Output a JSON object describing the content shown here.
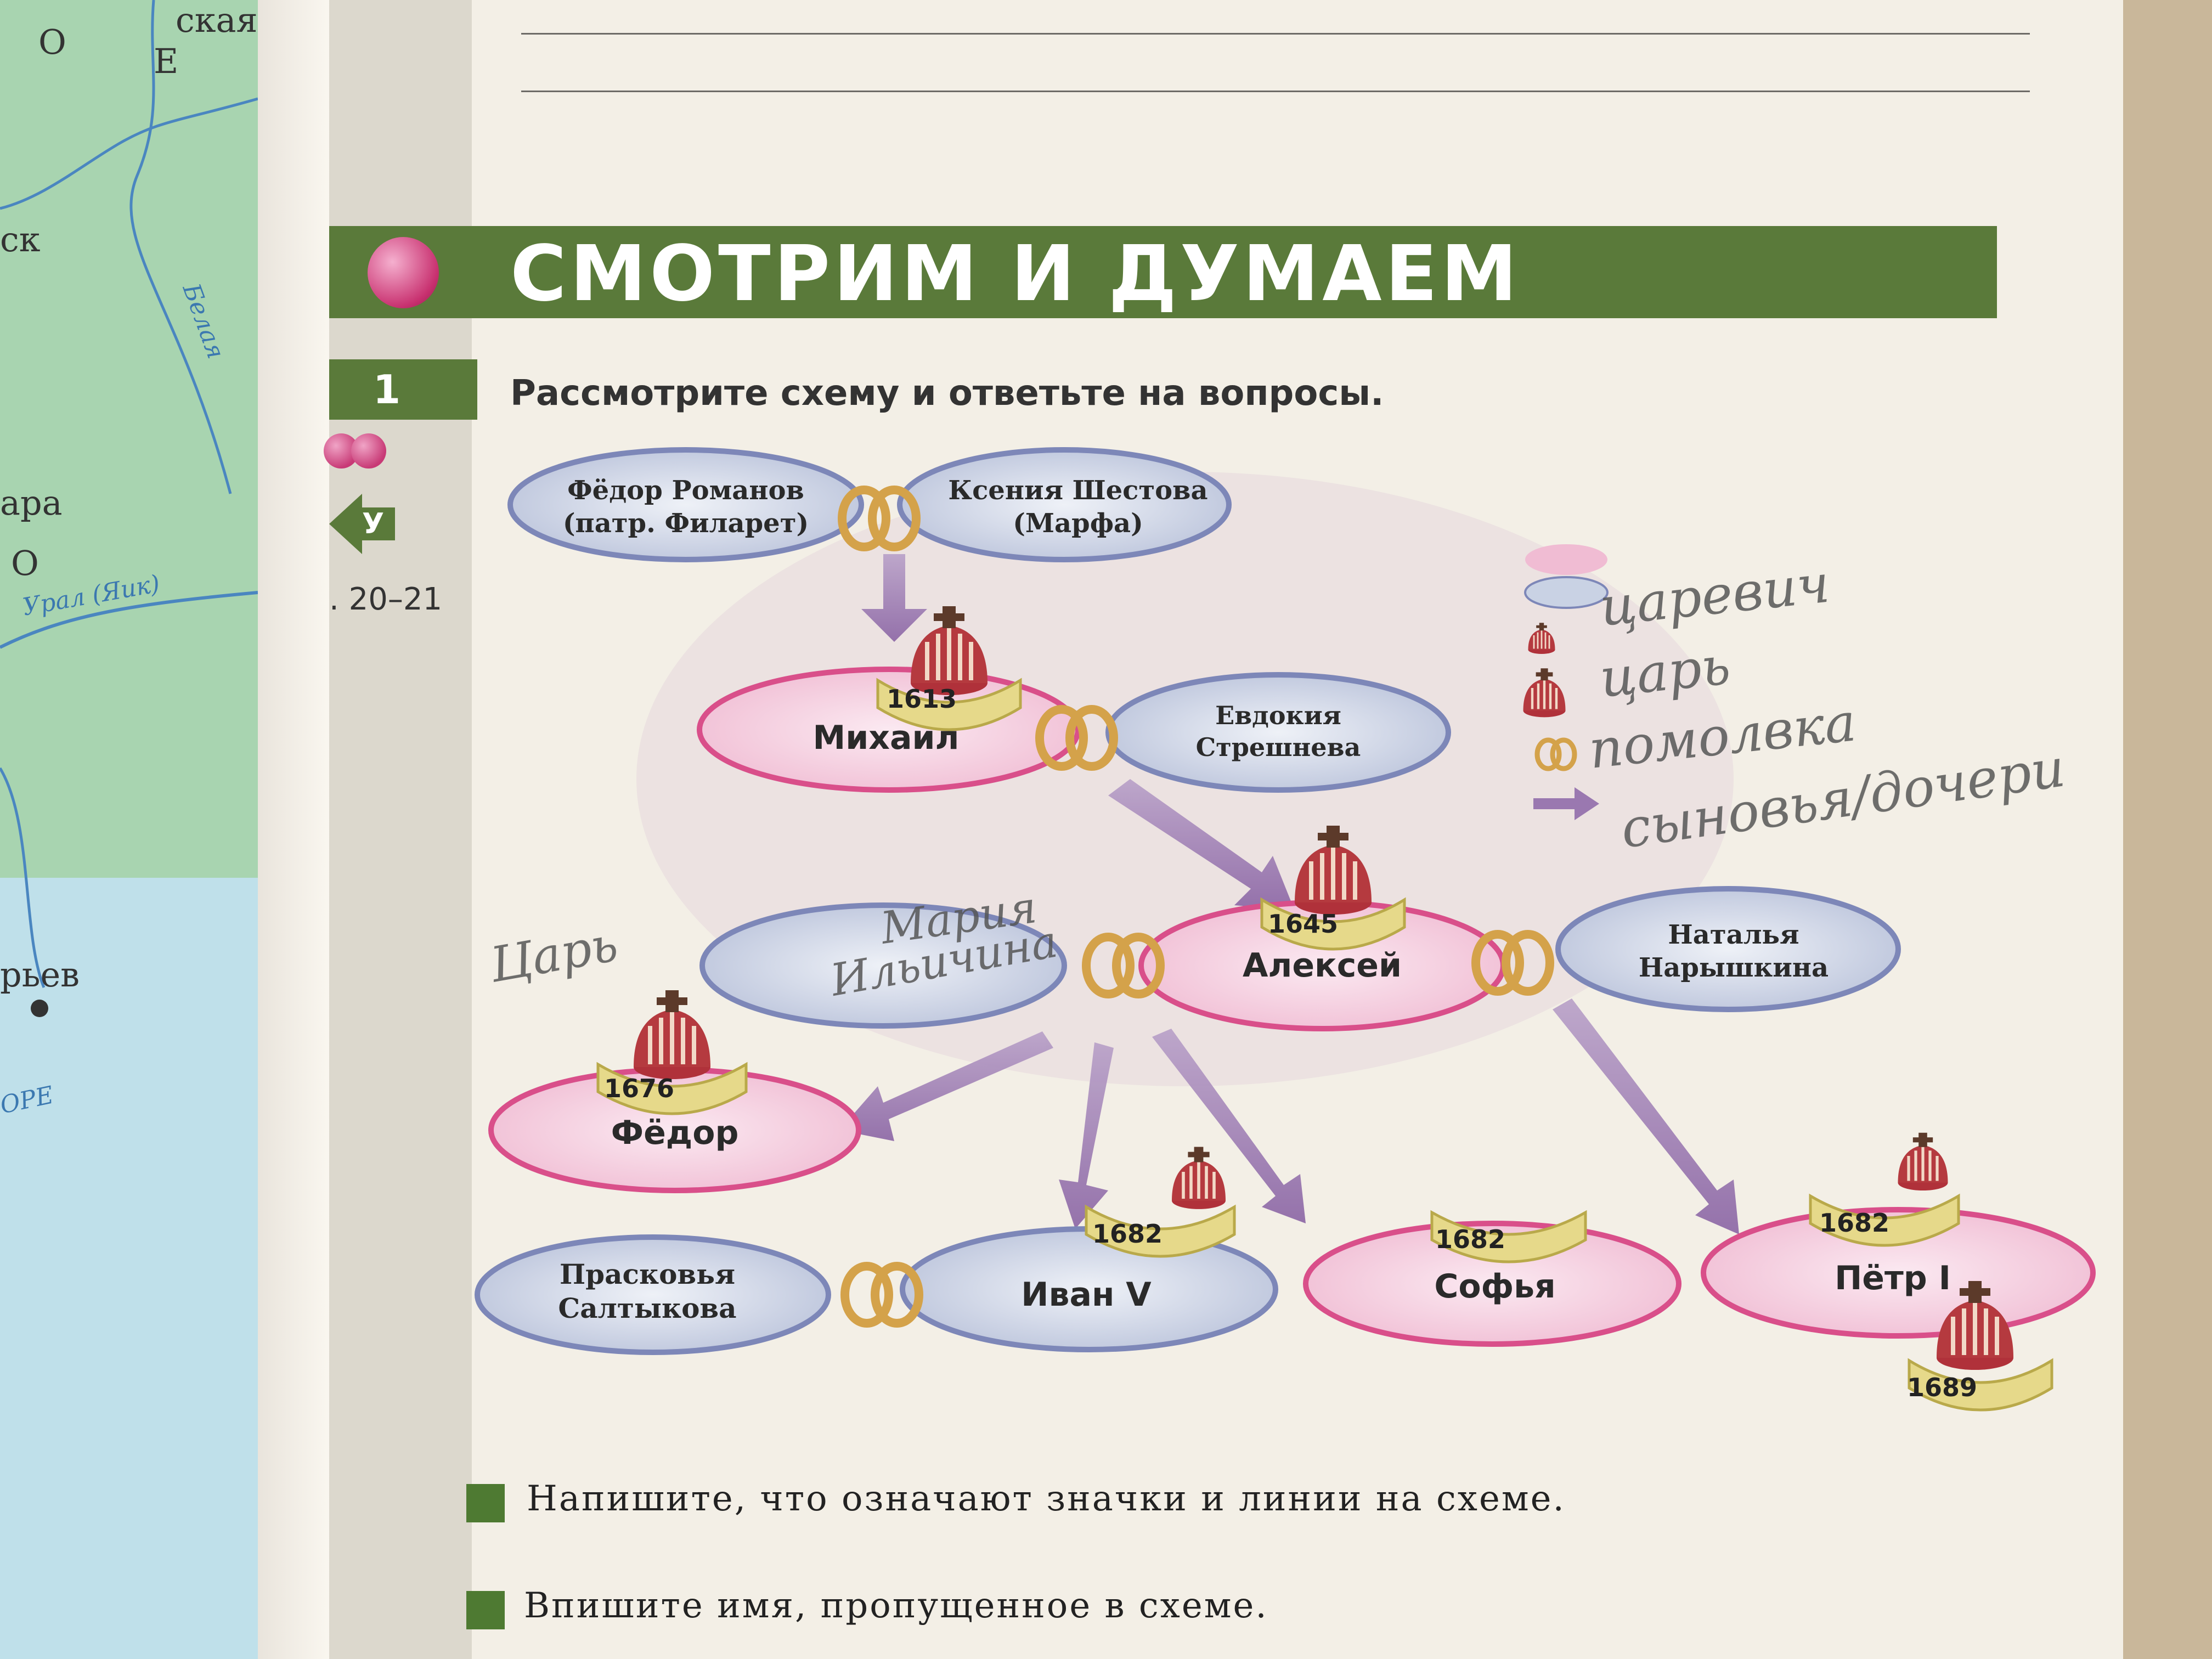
{
  "left_map": {
    "labels": [
      "ская",
      "О",
      "Е",
      "ск",
      "ара",
      "О",
      "рьев",
      "ОРЕ"
    ],
    "rivers": [
      "Белая",
      "Урал (Яик)"
    ]
  },
  "header": {
    "title": "СМОТРИМ И ДУМАЕМ"
  },
  "task": {
    "number": "1",
    "margin_letter": "У",
    "pages_ref": ". 20–21",
    "instruction": "Рассмотрите схему и ответьте на вопросы."
  },
  "scheme": {
    "people": {
      "fedor_romanov": {
        "line1": "Фёдор Романов",
        "line2": "(патр. Филарет)"
      },
      "ksenia": {
        "line1": "Ксения Шестова",
        "line2": "(Марфа)"
      },
      "mikhail": {
        "name": "Михаил",
        "year": "1613"
      },
      "evdokia": {
        "line1": "Евдокия",
        "line2": "Стрешнева"
      },
      "maria": {
        "handwritten_line1": "Мария",
        "handwritten_line2": "Ильичина"
      },
      "aleksey": {
        "name": "Алексей",
        "year": "1645"
      },
      "natalia": {
        "line1": "Наталья",
        "line2": "Нарышкина"
      },
      "fedor": {
        "name": "Фёдор",
        "year": "1676",
        "handwritten_note": "Царь"
      },
      "praskovia": {
        "line1": "Прасковья",
        "line2": "Салтыкова"
      },
      "ivan": {
        "name": "Иван V",
        "year": "1682"
      },
      "sofia": {
        "name": "Софья",
        "year": "1682"
      },
      "petr": {
        "name": "Пётр I",
        "year": "1682",
        "year2": "1689"
      }
    },
    "legend_handwritten": [
      "царевич",
      "царь",
      "помолвка",
      "сыновья/дочери"
    ]
  },
  "tasks": [
    "Напишите, что означают значки и линии на схеме.",
    "Впишите имя, пропущенное в схеме."
  ],
  "colors": {
    "header_green": "#5a7a3a",
    "pink": "#f2c4d8",
    "pink_border": "#d94f8a",
    "blue": "#c9d2e4",
    "blue_border": "#7d87b8",
    "arrow": "#9a78b0",
    "gold": "#d7c56a"
  }
}
